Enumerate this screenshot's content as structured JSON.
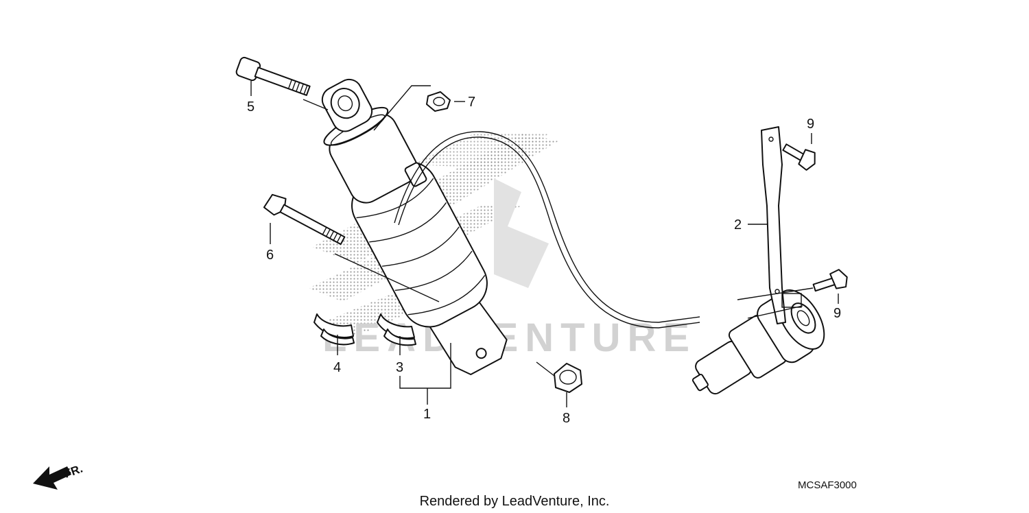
{
  "diagram_code": "MCSAF3000",
  "footer": "Rendered by LeadVenture, Inc.",
  "watermark": "LEADVENTURE",
  "direction_label": "FR.",
  "callouts": {
    "c1": "1",
    "c2": "2",
    "c3": "3",
    "c4": "4",
    "c5": "5",
    "c6": "6",
    "c7": "7",
    "c8": "8",
    "c9a": "9",
    "c9b": "9"
  },
  "icons": {
    "front_arrow": "arrow-left-down-icon"
  },
  "colors": {
    "line": "#111111",
    "watermark": "#d2d2d2",
    "background": "#ffffff"
  }
}
